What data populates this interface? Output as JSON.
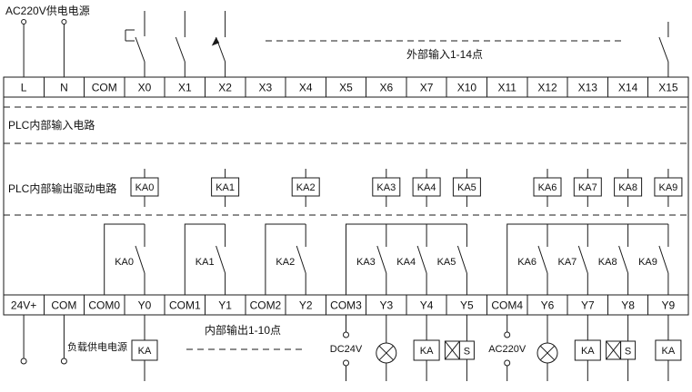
{
  "labels": {
    "ac_supply": "AC220V供电电源",
    "external_inputs": "外部输入1-14点",
    "plc_input_section": "PLC内部输入电路",
    "plc_output_section": "PLC内部输出驱动电路",
    "internal_outputs": "内部输出1-10点",
    "load_supply": "负载供电电源",
    "dc24v": "DC24V",
    "ac220v": "AC220V"
  },
  "terminals": {
    "top": [
      "L",
      "N",
      "COM",
      "X0",
      "X1",
      "X2",
      "X3",
      "X4",
      "X5",
      "X6",
      "X7",
      "X10",
      "X11",
      "X12",
      "X13",
      "X14",
      "X15"
    ],
    "bottom": [
      "24V+",
      "COM",
      "COM0",
      "Y0",
      "COM1",
      "Y1",
      "COM2",
      "Y2",
      "COM3",
      "Y3",
      "Y4",
      "Y5",
      "COM4",
      "Y6",
      "Y7",
      "Y8",
      "Y9"
    ]
  },
  "relay_coils": [
    "KA0",
    "KA1",
    "KA2",
    "KA3",
    "KA4",
    "KA5",
    "KA6",
    "KA7",
    "KA8",
    "KA9"
  ],
  "relay_contacts": [
    "KA0",
    "KA1",
    "KA2",
    "KA3",
    "KA4",
    "KA5",
    "KA6",
    "KA7",
    "KA8",
    "KA9"
  ],
  "load_devices": {
    "ka": "KA",
    "solenoid": "S"
  },
  "colors": {
    "line": "#1a1a1a",
    "background": "#ffffff"
  }
}
